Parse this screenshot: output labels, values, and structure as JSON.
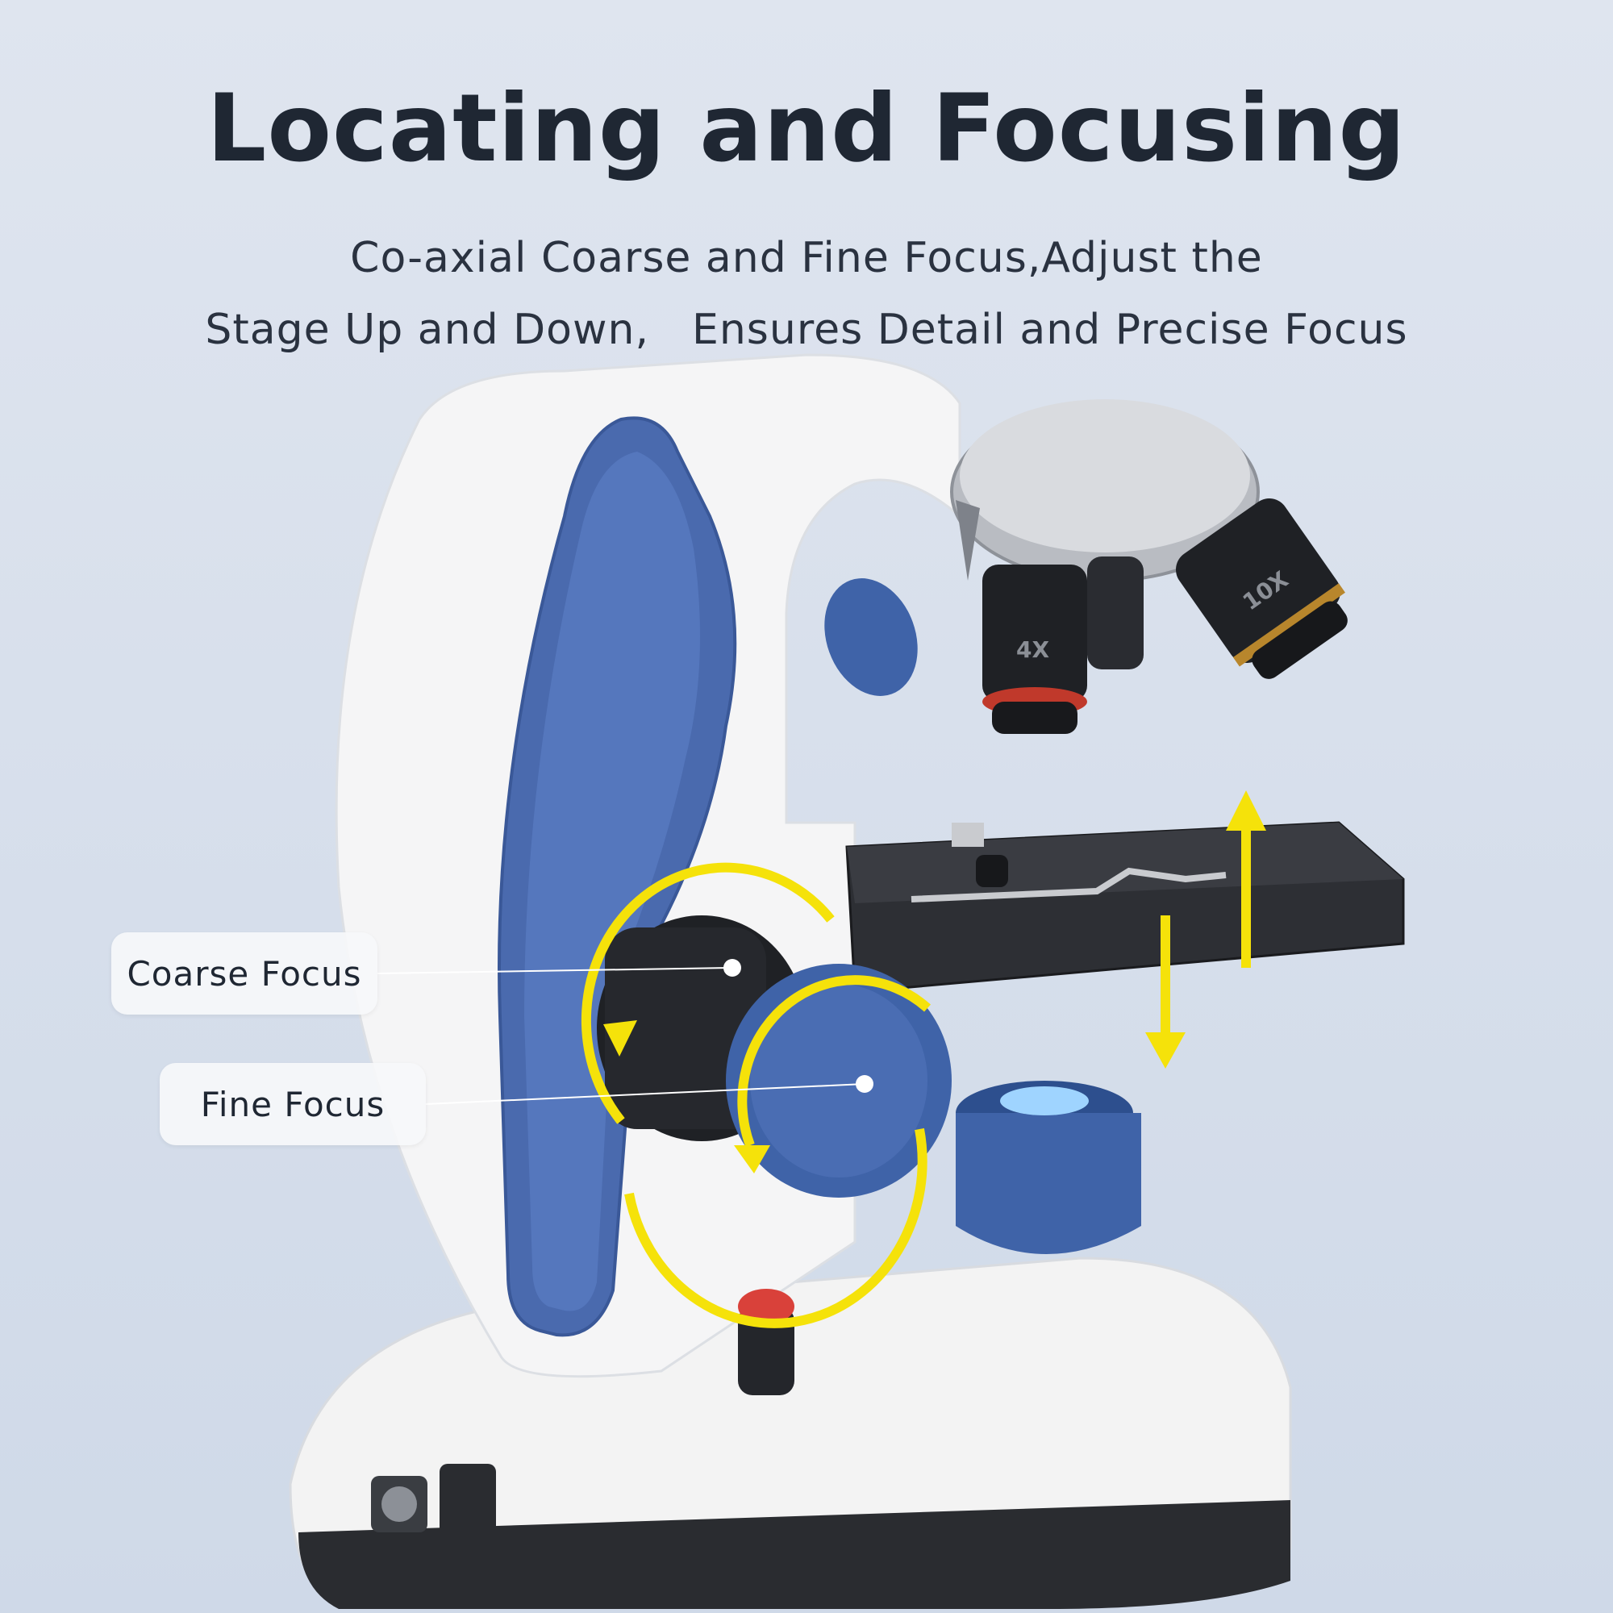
{
  "title": "Locating and Focusing",
  "subtitle": {
    "line1": "Co-axial Coarse and Fine Focus,Adjust the",
    "line2": "Stage Up and Down,　Ensures Detail and Precise Focus"
  },
  "callouts": {
    "coarse": "Coarse Focus",
    "fine": "Fine Focus"
  },
  "objectives": {
    "low": "4X",
    "mid": "10X"
  },
  "colors": {
    "arrow": "#f5e20a",
    "blue": "#3f63a8",
    "body": "#f4f4f4"
  }
}
